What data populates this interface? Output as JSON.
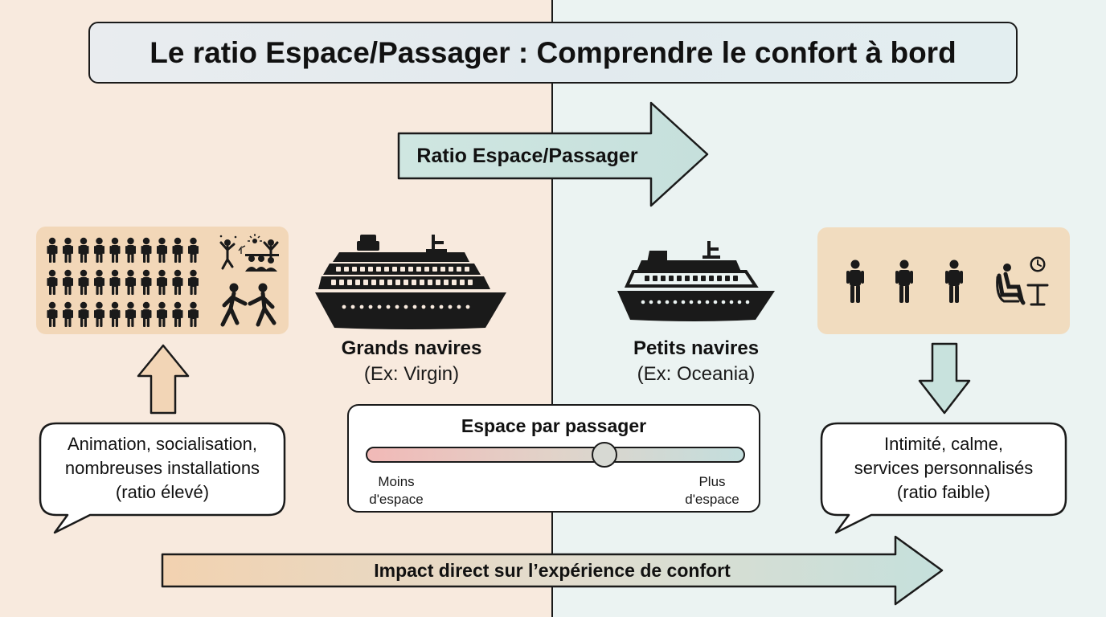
{
  "title": "Le ratio Espace/Passager : Comprendre le confort à bord",
  "top_arrow": {
    "label": "Ratio Espace/Passager"
  },
  "large_ships": {
    "title": "Grands navires",
    "example": "(Ex: Virgin)"
  },
  "small_ships": {
    "title": "Petits navires",
    "example": "(Ex: Oceania)"
  },
  "left_bubble": {
    "lines": [
      "Animation, socialisation,",
      "nombreuses installations",
      "(ratio élevé)"
    ]
  },
  "right_bubble": {
    "lines": [
      "Intimité, calme,",
      "services personnalisés",
      "(ratio faible)"
    ]
  },
  "scale": {
    "title": "Espace par passager",
    "min_label": "Moins d'espace",
    "max_label": "Plus d'espace",
    "value": 0.63
  },
  "bottom_arrow": {
    "label": "Impact direct sur l’expérience de confort"
  },
  "colors": {
    "left_bg": "#f8eade",
    "right_bg": "#ebf3f2",
    "warm_arrow": "#f2d5b6",
    "cool_arrow": "#c8e2dd",
    "panel": "#f2d7b8",
    "outline": "#1a1a1a"
  },
  "icons": {
    "left_panel": [
      "crowd-icon",
      "party-icon",
      "dancing-couple-icon"
    ],
    "right_panel": [
      "person-icon",
      "person-icon",
      "person-icon",
      "relaxing-person-icon",
      "clock-icon"
    ],
    "ships": [
      "large-cruise-ship-icon",
      "small-cruise-ship-icon"
    ]
  }
}
